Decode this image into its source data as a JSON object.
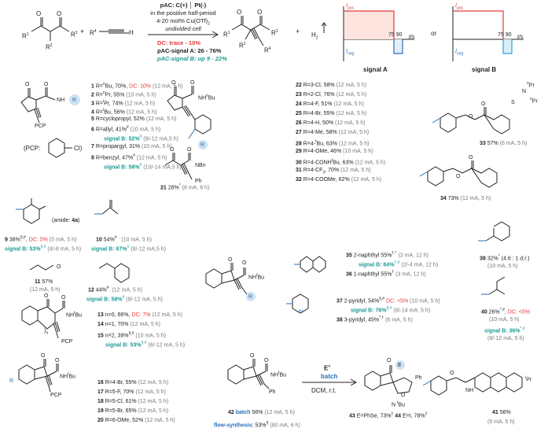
{
  "header": {
    "reactant_R4": "R",
    "reactant_R4_sup": "4",
    "reactant_R1": "R",
    "reactant_R1_sup": "1",
    "reactant_R2": "R",
    "reactant_R2_sup": "2",
    "reactant_R3": "R",
    "reactant_R3_sup": "3",
    "plus1": "+",
    "plus2": "+",
    "h2": "H",
    "h2_sub": "2",
    "cond1": "pAC: C(+) │ Pt(-)",
    "cond2": "in the positive half-period",
    "cond3": "4-20 mol% Cu(OTf)",
    "cond3_sub": "2",
    "cond4": "undivided cell",
    "dc": "DC: trace - 10%",
    "sigA": "pAC-signal A: 26 - 76%",
    "sigB": "pAC-signal B: up 9 - 22%",
    "prod_R1": "R",
    "prod_R2": "R",
    "prod_R3": "R",
    "prod_R4": "R",
    "or": "or",
    "plotA_ipos": "I",
    "plotA_ipos_sub": "pos",
    "plotA_ineg": "I",
    "plotA_ineg_sub": "neg",
    "plotA_ticks": "75 90",
    "plotA_axis": "t/s",
    "plotB_ipos": "I",
    "plotB_ipos_sub": "pos",
    "plotB_ineg": "I",
    "plotB_ineg_sub": "neg",
    "plotB_ticks": "75 90",
    "plotB_axis": "t/s",
    "signalA_label": "signal A",
    "signalB_label": "signal B"
  },
  "pcp_label": "(PCP:",
  "amide_label": "(amide: ",
  "amide_bold": "4a",
  "amide_close": ")",
  "entries1": [
    {
      "n": "1",
      "t": " R=",
      "s": "n",
      "r": "Bu, 70%, ",
      "dc": "DC: 10%",
      "c": " (12 mA, 5 h)"
    },
    {
      "n": "2",
      "t": " R=",
      "s": "n",
      "r": "Pr, 55%",
      "dc": "",
      "c": " (10 mA, 5 h)"
    },
    {
      "n": "3",
      "t": " R=",
      "s": "i",
      "r": "Pr, 74%",
      "dc": "",
      "c": " (12 mA, 5 h)"
    },
    {
      "n": "4",
      "t": " R=",
      "s": "t",
      "r": "Bu, 56%",
      "dc": "",
      "c": " (12 mA, 5 h)"
    },
    {
      "n": "5",
      "t": " R=cyclopropyl, 52%",
      "s": "",
      "r": "",
      "dc": "",
      "c": " (12 mA, 5 h)"
    },
    {
      "n": "6",
      "t": " R=allyl, 41%",
      "s": "#",
      "r": "",
      "dc": "",
      "c": " (10 mA, 5 h)"
    }
  ],
  "e6B": {
    "l": "signal B: 52%",
    "s": "#",
    "c": " (8/-12 mA,5 h)"
  },
  "e7": {
    "n": "7",
    "t": " R=propargyl, 31%",
    "c": " (10 mA, 5 h)"
  },
  "e8": {
    "n": "8",
    "t": " R=benzyl, 47%",
    "s": "#",
    "c": " (12 mA, 5 h)"
  },
  "e8B": {
    "l": "signal B: 58%",
    "s": "#",
    "c": " (10/-14 mA,5 h)"
  },
  "e9": {
    "n": "9",
    "t": " 38%",
    "s": "§,#",
    "dc": "DC: 5%",
    "c": " (5 mA, 5 h)"
  },
  "e9B": {
    "l": "signal B: 53%",
    "s": "§,#",
    "c": " (4/-8 mA, 5 h)"
  },
  "e10": {
    "n": "10",
    "t": " 54%",
    "s": "#",
    "c": "(10 mA, 5 h)"
  },
  "e10B": {
    "l": "signal B: 67%",
    "s": "#",
    "c": "(8/-12 mA,5 h)"
  },
  "e11": {
    "n": "11",
    "t": " 57%",
    "c": "(12 mA, 5 h)"
  },
  "e12": {
    "n": "12",
    "t": " 44%",
    "s": "#",
    "c": "(12 mA, 5 h)"
  },
  "e12B": {
    "l": "signal B: 58%",
    "s": "#",
    "c": "(8/-12 mA, 5 h)"
  },
  "entries13": [
    {
      "n": "13",
      "t": " n=0, 66%, ",
      "dc": "DC: 7%",
      "s": "",
      "c": " (12 mA, 5 h)"
    },
    {
      "n": "14",
      "t": " n=1, 70%",
      "dc": "",
      "s": "",
      "c": " (12 mA, 5 h)"
    },
    {
      "n": "15",
      "t": " n=2, 39%",
      "dc": "",
      "s": "§,#",
      "c": " (10 mA, 5 h)"
    }
  ],
  "e15B": {
    "l": "signal B: 53%",
    "s": "§,#",
    "c": " (6/-12 mA, 5 h)"
  },
  "entries16": [
    {
      "n": "16",
      "t": " R=4-Br, 55%",
      "c": " (12 mA, 5 h)"
    },
    {
      "n": "17",
      "t": " R=5-F, 70%",
      "c": " (12 mA, 5 h)"
    },
    {
      "n": "18",
      "t": " R=5-Cl, 61%",
      "c": " (12 mA, 5 h)"
    },
    {
      "n": "19",
      "t": " R=5-Br, 65%",
      "c": " (12 mA, 5 h)"
    },
    {
      "n": "20",
      "t": " R=6-OMe, 52%",
      "c": " (12 mA, 5 h)"
    }
  ],
  "e21": {
    "n": "21",
    "t": " 28%",
    "s": "*",
    "c": " (8 mA, 6 h)"
  },
  "entries22": [
    {
      "n": "22",
      "t": " R=3-Cl, 58%",
      "s": "",
      "c": " (12 mA, 5 h)"
    },
    {
      "n": "23",
      "t": " R=2-Cl, 76%",
      "s": "",
      "c": " (12 mA, 5 h)"
    },
    {
      "n": "24",
      "t": " R=4-F, 51%",
      "s": "",
      "c": " (12 mA, 5 h)"
    },
    {
      "n": "25",
      "t": " R=4-Br, 55%",
      "s": "",
      "c": " (12 mA, 5 h)"
    },
    {
      "n": "26",
      "t": " R=4-H, 50%",
      "s": "",
      "c": " (12 mA, 5 h)"
    },
    {
      "n": "27",
      "t": " R=4-Me, 58%",
      "s": "",
      "c": " (12 mA, 5 h)"
    },
    {
      "n": "28",
      "t": " R=4-",
      "s": "t",
      "r": "Bu, 63%",
      "c": " (12 mA, 5 h)"
    },
    {
      "n": "29",
      "t": " R=4-OMe, 46%",
      "s": "",
      "c": " (10 mA, 5 h)"
    },
    {
      "n": "30",
      "t": " R=4-CONH",
      "s": "t",
      "r": "Bu, 63%",
      "c": " (12 mA, 5 h)"
    },
    {
      "n": "31",
      "t": " R=4-CF",
      "s": "3",
      "r": ", 70%",
      "c": " (12 mA, 5 h)"
    },
    {
      "n": "32",
      "t": " R=4-COOMe, 62%",
      "s": "",
      "c": " (12 mA, 5 h)"
    }
  ],
  "e33": {
    "n": "33",
    "t": " 57%",
    "c": " (6 mA, 5 h)"
  },
  "e33_npr1": "Pr",
  "e33_npr2": "Pr",
  "e33_n": "n",
  "e33_N": "N",
  "e34": {
    "n": "34",
    "t": " 73%",
    "c": " (12 mA, 5 h)"
  },
  "e35": {
    "n": "35",
    "t": " 2-naphthyl 55%",
    "s": "†,*",
    "c": " (3 mA, 12 h)"
  },
  "e35B": {
    "l": "signal B: 64%",
    "s": "†,#",
    "c": " (2/-4 mA, 12 h)"
  },
  "e36": {
    "n": "36",
    "t": " 1-naphthyl 55%",
    "s": "†",
    "c": " (3 mA, 12 h)"
  },
  "e37": {
    "n": "37",
    "t": " 2-pyridyl, 54%",
    "s": "§,#",
    "dc": "DC: <5%",
    "c": " (10 mA, 5 h)"
  },
  "e37B": {
    "l": "signal B: 76%",
    "s": "§,#",
    "c": " (8/-14 mA, 5 h)"
  },
  "e38": {
    "n": "38",
    "t": " 3-pyridyl, 45%",
    "s": "*,†",
    "c": " (6 mA, 5 h)"
  },
  "e39": {
    "n": "39",
    "t": " 32%",
    "s": "*",
    "c": " (4.6 : 1 ",
    "dr": "d.r.",
    "c2": ")"
  },
  "e39c": "(10 mA, 5 h)",
  "e40": {
    "n": "40",
    "t": " 26%",
    "s": "*,#",
    "dc": "DC: <5%"
  },
  "e40c": "(10 mA, 5 h)",
  "e40B": {
    "l": "signal B: 36%",
    "s": "*,#"
  },
  "e40Bc": "(8/-12 mA, 5 h)",
  "e41": {
    "n": "41",
    "t": " 56%",
    "c": "(6 mA, 5 h)"
  },
  "e42": {
    "n": "42",
    "t": " batch",
    "r": " 56%",
    "c": " (12 mA, 5 h)"
  },
  "e42f": {
    "l": "flow-synthesis",
    "t": ": 53%",
    "s": "§",
    "c": " (80 mA, 6 h)"
  },
  "arrow_top": "E",
  "arrow_top_sup": "+",
  "arrow_mid": "batch",
  "arrow_bot": "DCM, r.t.",
  "e43": {
    "n": "43",
    "t": " E=PhSe, 73%",
    "s": "‡"
  },
  "e44": {
    "n": "44",
    "t": " E=I, 78%",
    "s": "‡"
  },
  "atoms": {
    "O": "O",
    "N": "N",
    "H": "H",
    "R": "R",
    "Ph": "Ph",
    "PCP": "PCP",
    "Cl": "Cl",
    "E": "E",
    "NHnBu_pre": "N",
    "nBu": "Bu",
    "NBn": "NBn",
    "NHtBu": "NH",
    "tBu": "Bu",
    "iPr": "Pr",
    "n_sub": "n",
    "S": "S",
    "N_py": "N",
    "tBu2": "Bu"
  }
}
